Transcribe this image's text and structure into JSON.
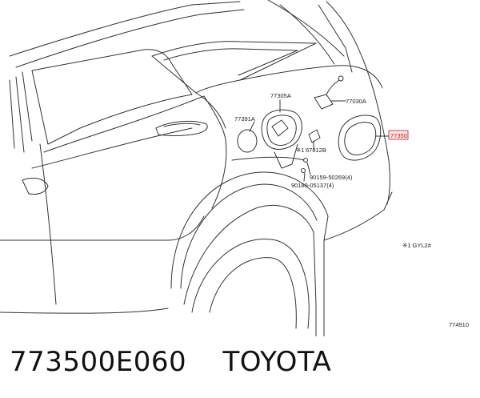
{
  "diagram": {
    "labels": {
      "part_77305A": "77305A",
      "part_77030A": "77030A",
      "part_77391A": "77391A",
      "part_67812B": "67812B",
      "note_mark": "※1",
      "bolt_90159": "90159-50269(4)",
      "bolt_90189": "90189-05137(4)",
      "highlight_part": "77350",
      "footnote": "※1  GYL2#",
      "figure_id": "774910"
    }
  },
  "caption": {
    "part_number": "773500E060",
    "brand": "TOYOTA"
  }
}
